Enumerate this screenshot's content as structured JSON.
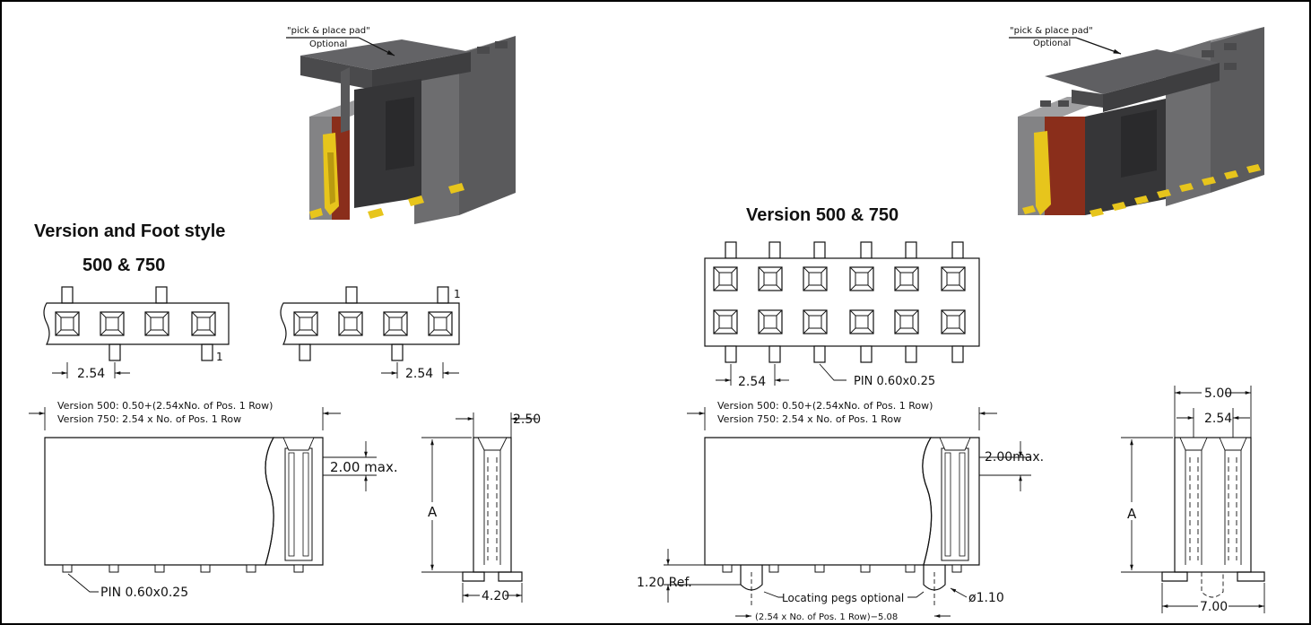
{
  "colors": {
    "housing_dark": "#4d4d4f",
    "housing_mid": "#6a6a6c",
    "housing_light": "#8c8c8e",
    "pad": "#3f3f41",
    "gold": "#e7c51c",
    "copper": "#8a2e1b",
    "line": "#111111"
  },
  "left": {
    "iso_callout": {
      "line1": "\"pick & place pad\"",
      "line2": "Optional"
    },
    "heading1": "Version and Foot style",
    "heading2": "500 & 750",
    "pin1_label_a": "1",
    "pin1_label_b": "1",
    "pitch_a": "2.54",
    "pitch_b": "2.54",
    "length_note": {
      "line1": "Version 500: 0.50+(2.54xNo. of Pos. 1 Row)",
      "line2": "Version 750: 2.54 x No. of Pos. 1 Row"
    },
    "height_max": "2.00  max.",
    "pin_note": "PIN  0.60x0.25",
    "side": {
      "top": "2.50",
      "height_label": "A",
      "foot": "4.20"
    }
  },
  "right": {
    "iso_callout": {
      "line1": "\"pick & place pad\"",
      "line2": "Optional"
    },
    "heading": "Version 500 & 750",
    "pitch": "2.54",
    "pin_note": "PIN  0.60x0.25",
    "length_note": {
      "line1": "Version 500: 0.50+(2.54xNo. of Pos. 1 Row)",
      "line2": "Version 750: 2.54 x No. of Pos. 1 Row"
    },
    "height_max": "2.00max.",
    "ref": "1.20  Ref.",
    "pegs": "Locating pegs optional",
    "peg_dia": "ø1.10",
    "peg_spacing": "(2.54 x No. of Pos. 1 Row)−5.08",
    "side": {
      "top": "5.00",
      "pitch": "2.54",
      "height_label": "A",
      "foot": "7.00"
    }
  }
}
